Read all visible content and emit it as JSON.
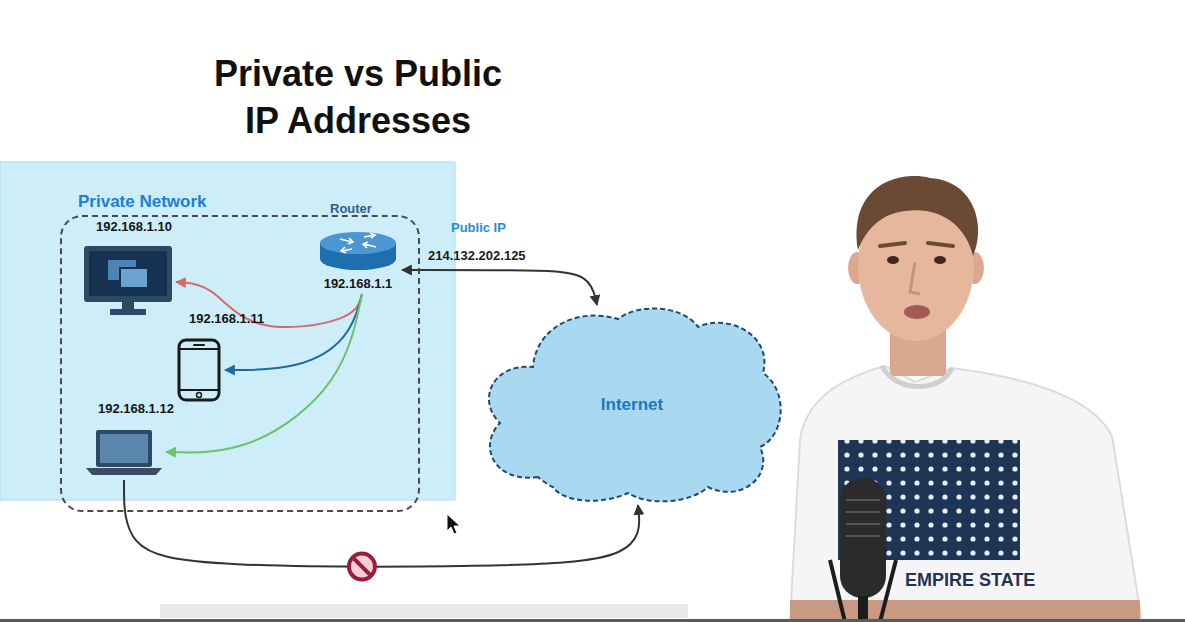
{
  "diagram": {
    "title": "Private vs Public IP Addresses",
    "nodes": [
      {
        "text": [
          "Private Network"
        ]
      },
      {
        "text": [
          "Router",
          "192.168.1.1"
        ],
        "in": 0
      },
      {
        "text": [
          "192.168.1.10"
        ],
        "in": 0
      },
      {
        "text": [
          "192.168.1.11"
        ],
        "in": 0
      },
      {
        "text": [
          "192.168.1.12"
        ],
        "in": 0
      },
      {
        "text": [
          "Internet"
        ]
      }
    ],
    "edges": [
      {
        "from": 1,
        "to": 2,
        "arrow": "to"
      },
      {
        "from": 1,
        "to": 3,
        "arrow": "to"
      },
      {
        "from": 1,
        "to": 4,
        "arrow": "to"
      },
      {
        "from": 1,
        "to": 5,
        "arrow": "both"
      },
      {
        "from": 4,
        "to": 5,
        "arrow": "to"
      }
    ],
    "labels": [
      "Public IP",
      "214.132.202.125",
      "EMPIRE STATE"
    ]
  }
}
